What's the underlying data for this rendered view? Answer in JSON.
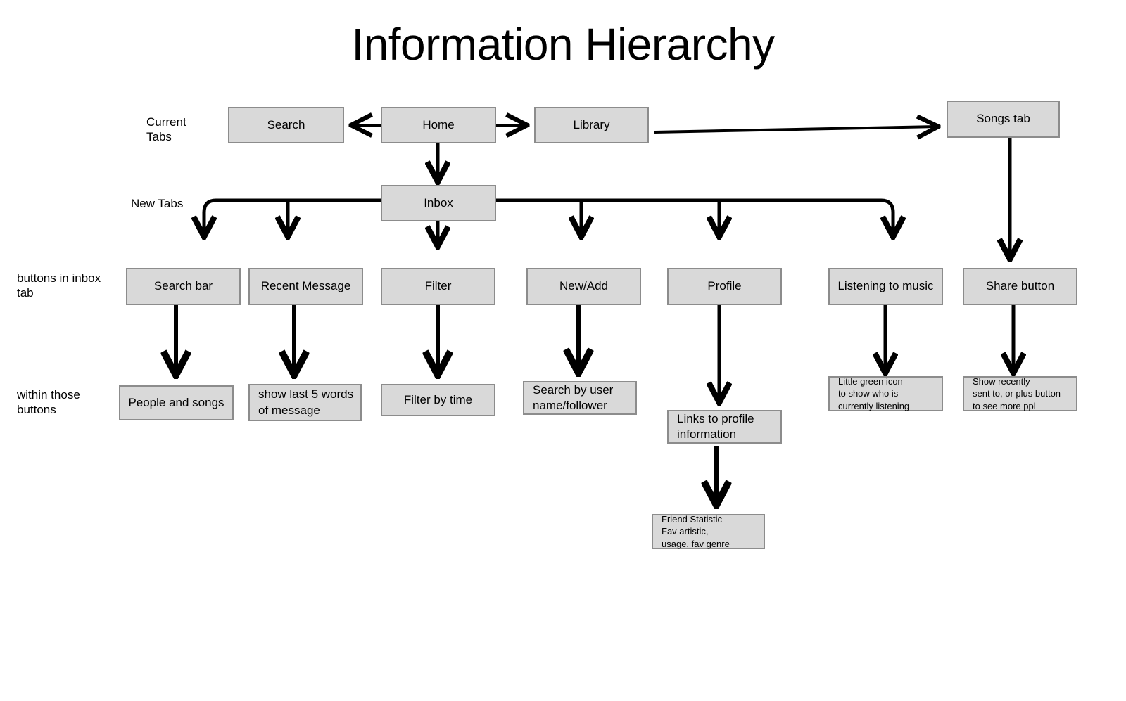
{
  "title": "Information Hierarchy",
  "colors": {
    "node_fill": "#d9d9d9",
    "node_border": "#8c8c8c",
    "edge": "#000000",
    "background": "#ffffff",
    "text": "#000000"
  },
  "row_labels": [
    {
      "id": "current-tabs",
      "text": "Current\nTabs"
    },
    {
      "id": "new-tabs",
      "text": "New Tabs"
    },
    {
      "id": "buttons-in-inbox-tab",
      "text": "buttons in inbox\ntab"
    },
    {
      "id": "within-those-buttons",
      "text": "within those\nbuttons"
    }
  ],
  "nodes": [
    {
      "id": "search",
      "label": "Search"
    },
    {
      "id": "home",
      "label": "Home"
    },
    {
      "id": "library",
      "label": "Library"
    },
    {
      "id": "songs-tab",
      "label": "Songs tab"
    },
    {
      "id": "inbox",
      "label": "Inbox"
    },
    {
      "id": "search-bar",
      "label": "Search bar"
    },
    {
      "id": "recent-message",
      "label": "Recent Message"
    },
    {
      "id": "filter",
      "label": "Filter"
    },
    {
      "id": "new-add",
      "label": "New/Add"
    },
    {
      "id": "profile",
      "label": "Profile"
    },
    {
      "id": "listening-to-music",
      "label": "Listening to music"
    },
    {
      "id": "share-button",
      "label": "Share button"
    },
    {
      "id": "people-and-songs",
      "label": "People and songs"
    },
    {
      "id": "show-last-5-words",
      "label": "show last 5 words\nof message"
    },
    {
      "id": "filter-by-time",
      "label": "Filter by time"
    },
    {
      "id": "search-by-user-name",
      "label": "Search by user\nname/follower"
    },
    {
      "id": "links-to-profile-information",
      "label": "Links to profile\ninformation"
    },
    {
      "id": "little-green-icon",
      "label": "Little green icon\nto show who is\ncurrently listening"
    },
    {
      "id": "show-recently-sent-to",
      "label": "Show recently\nsent to, or plus button\nto see more ppl"
    },
    {
      "id": "friend-statistic",
      "label": "Friend Statistic\nFav artistic,\nusage, fav genre"
    }
  ],
  "edges": [
    {
      "from": "home",
      "to": "search"
    },
    {
      "from": "home",
      "to": "library"
    },
    {
      "from": "library",
      "to": "songs-tab"
    },
    {
      "from": "home",
      "to": "inbox"
    },
    {
      "from": "inbox",
      "to": "search-bar"
    },
    {
      "from": "inbox",
      "to": "recent-message"
    },
    {
      "from": "inbox",
      "to": "filter"
    },
    {
      "from": "inbox",
      "to": "new-add"
    },
    {
      "from": "inbox",
      "to": "profile"
    },
    {
      "from": "inbox",
      "to": "listening-to-music"
    },
    {
      "from": "songs-tab",
      "to": "share-button"
    },
    {
      "from": "search-bar",
      "to": "people-and-songs"
    },
    {
      "from": "recent-message",
      "to": "show-last-5-words"
    },
    {
      "from": "filter",
      "to": "filter-by-time"
    },
    {
      "from": "new-add",
      "to": "search-by-user-name"
    },
    {
      "from": "profile",
      "to": "links-to-profile-information"
    },
    {
      "from": "listening-to-music",
      "to": "little-green-icon"
    },
    {
      "from": "share-button",
      "to": "show-recently-sent-to"
    },
    {
      "from": "links-to-profile-information",
      "to": "friend-statistic"
    }
  ]
}
